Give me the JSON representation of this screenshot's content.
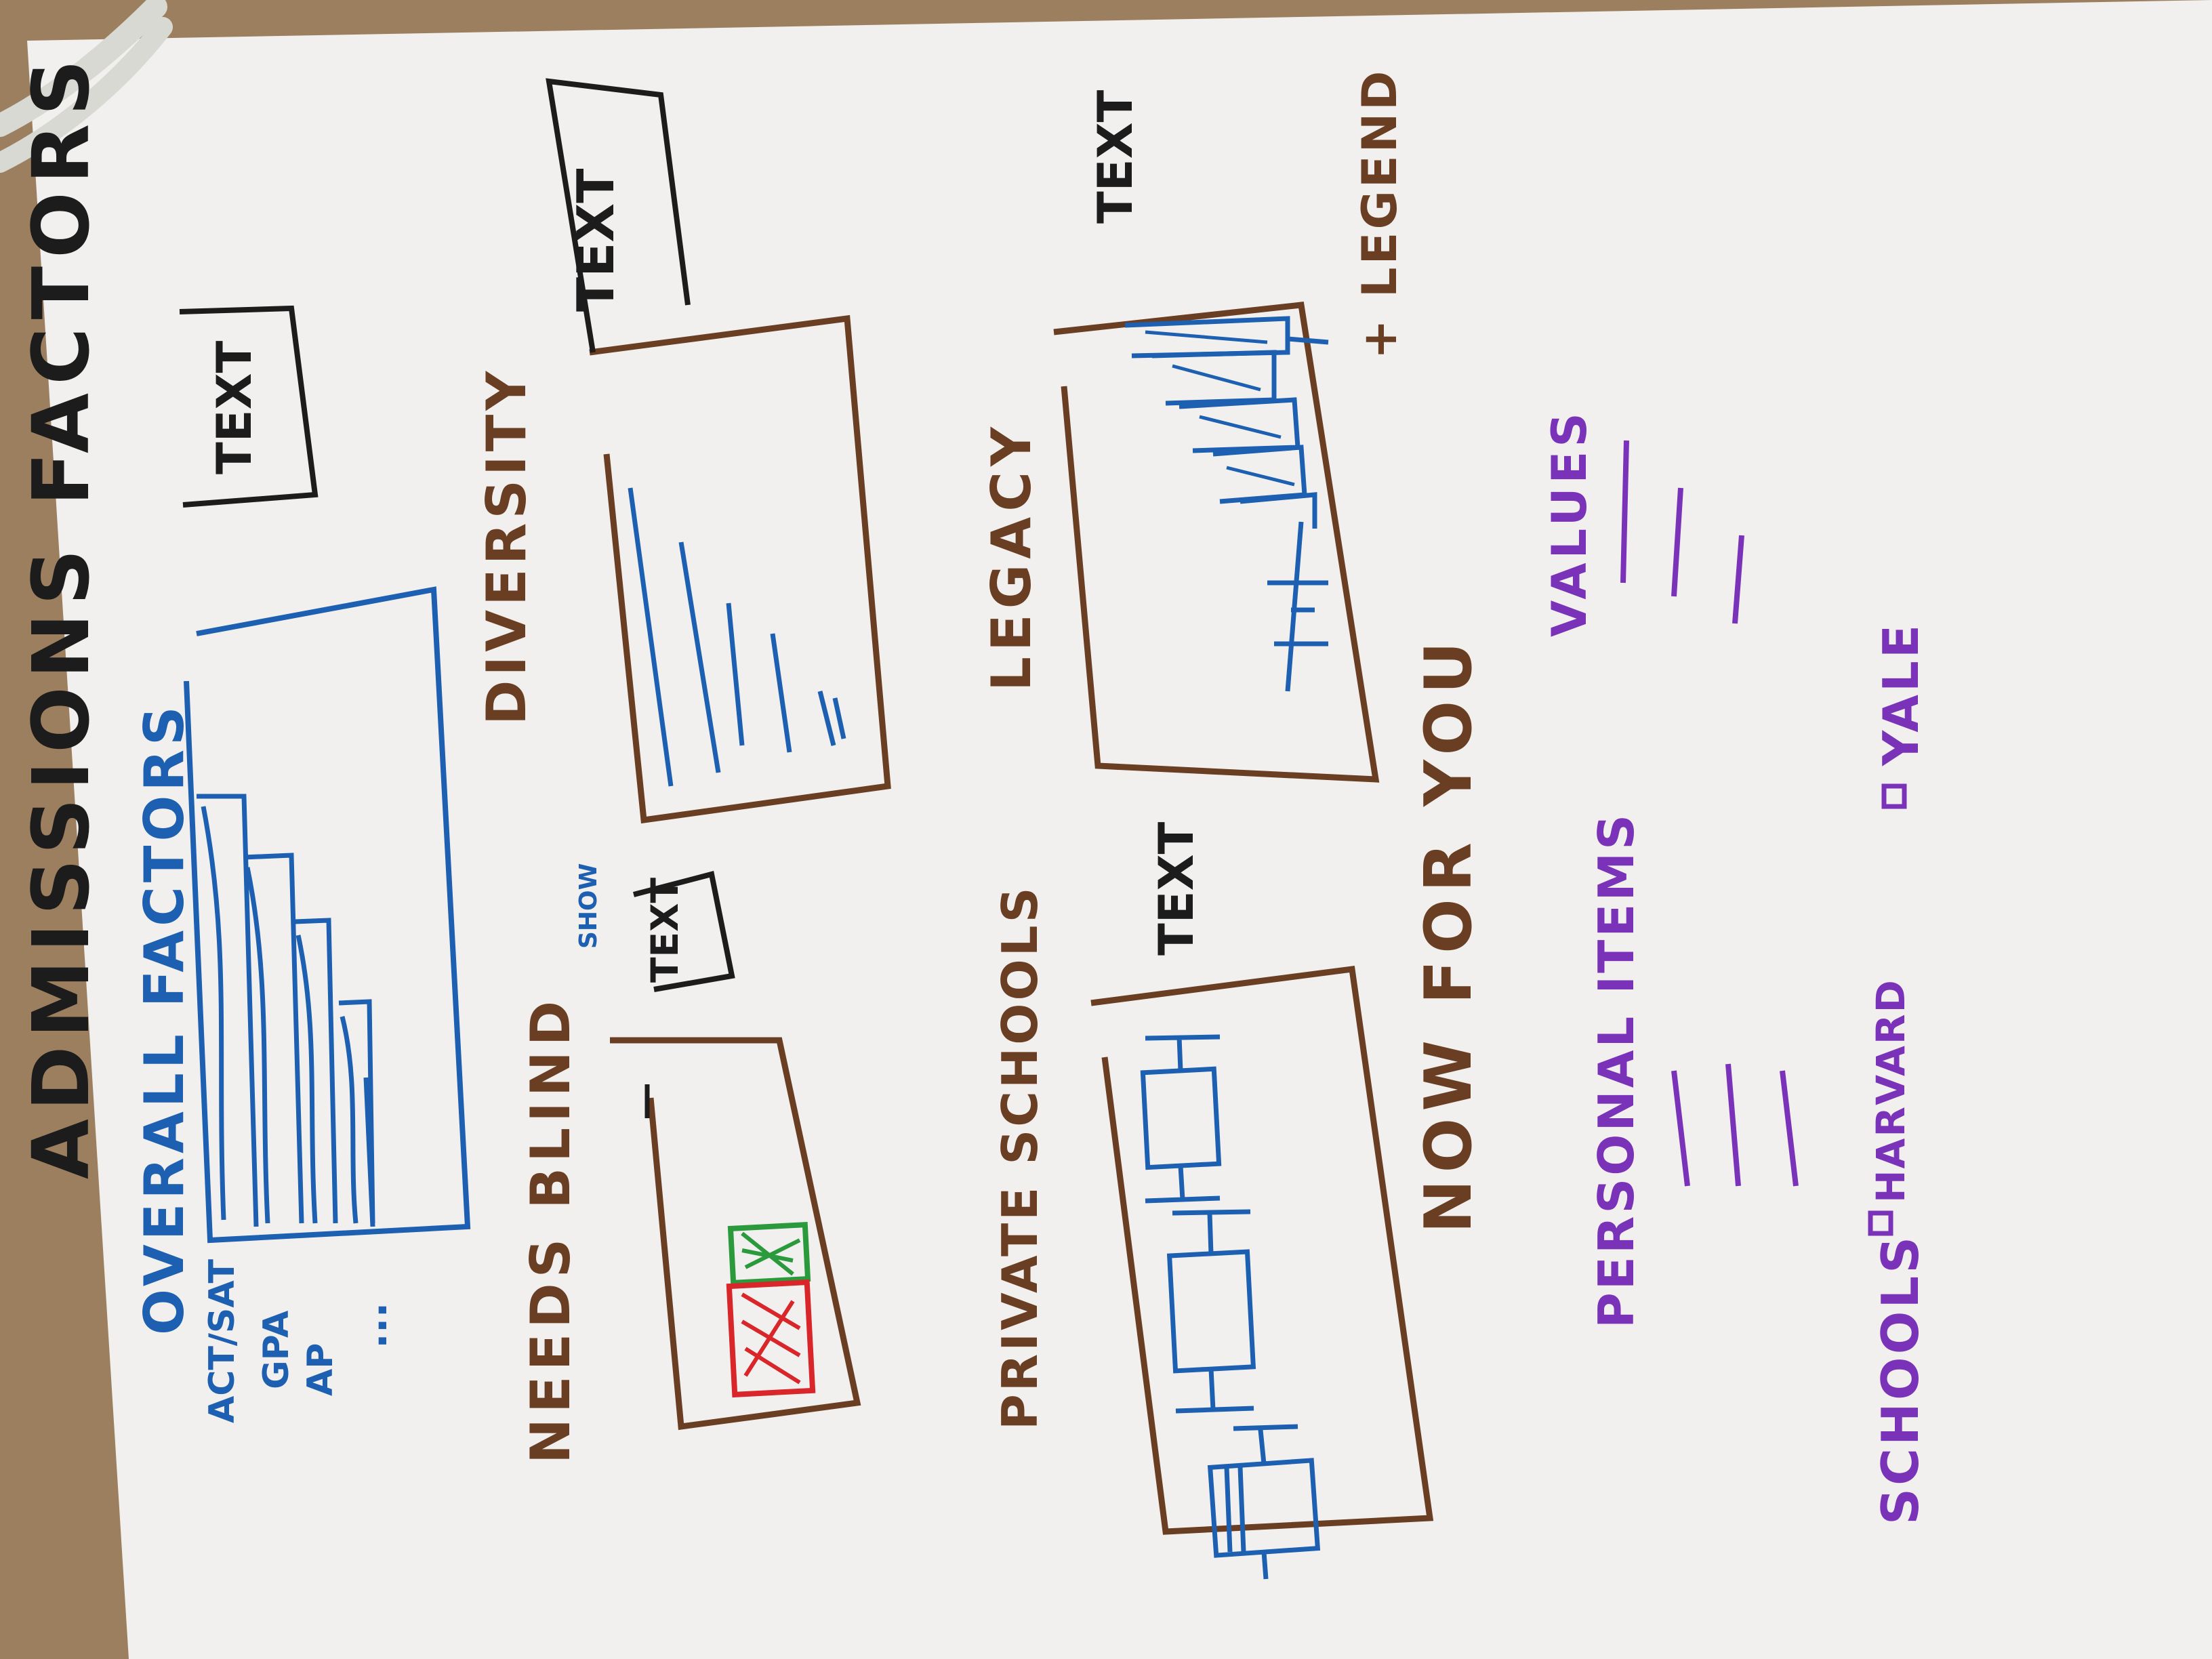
{
  "title": "ADMISSIONS FACTORS",
  "colors": {
    "table": "#9c7f5f",
    "paper": "#f1f0ee",
    "black": "#1c1c1c",
    "blue": "#1d5fb0",
    "brown": "#6a3e22",
    "purple": "#7a33b8",
    "green": "#2a9a3c",
    "red": "#d8262a",
    "cable": "#d9d9d4"
  },
  "text_box_top": "TEXT",
  "overall": {
    "title": "OVERALL FACTORS",
    "labels": [
      "ACT/SAT",
      "GPA",
      "AP",
      "..."
    ]
  },
  "diversity": {
    "title": "DIVERSITY",
    "text_box": "TEXT"
  },
  "needs_blind": {
    "title": "NEEDS BLIND",
    "text_box": "TEXT",
    "text_box_caption": "SHOW"
  },
  "legacy": {
    "title": "LEGACY",
    "side_text": "TEXT",
    "legend": "+ LEGEND"
  },
  "private_schools": {
    "title": "PRIVATE SCHOOLS",
    "side_text": "TEXT"
  },
  "bottom_tagline": "NOW FOR YOU",
  "values": {
    "title": "VALUES"
  },
  "personal_items": {
    "title": "PERSONAL ITEMS"
  },
  "schools": {
    "title": "SCHOOLS",
    "items": [
      "HARVARD",
      "YALE"
    ]
  }
}
